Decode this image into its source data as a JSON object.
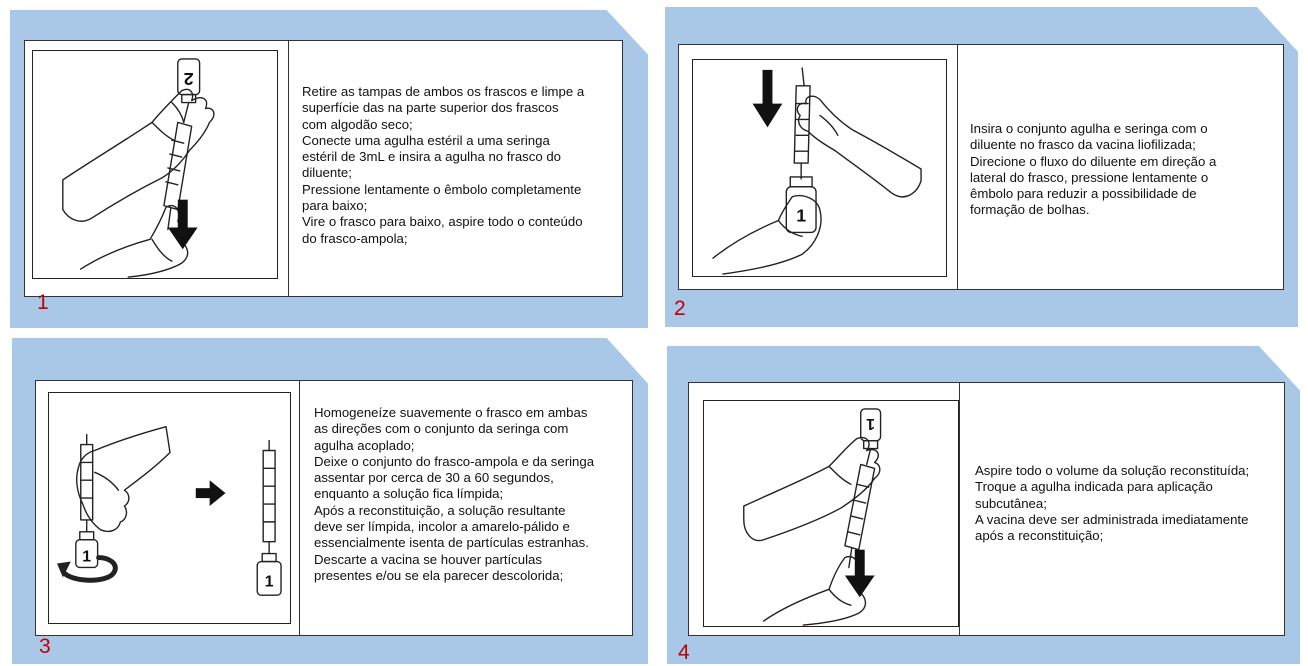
{
  "steps": [
    {
      "number": "1",
      "lines": [
        "Retire as tampas de ambos os frascos e limpe a",
        "superfície das na parte superior dos frascos",
        "com algodão seco;",
        "Conecte uma agulha estéril a uma seringa",
        "estéril de 3mL e insira a agulha no frasco do",
        "diluente;",
        "Pressione lentamente o êmbolo completamente",
        "para baixo;",
        "Vire o frasco para baixo, aspire todo o conteúdo",
        "do frasco-ampola;"
      ],
      "vial_label": "2"
    },
    {
      "number": "2",
      "lines": [
        "Insira o conjunto agulha e seringa com o",
        "diluente no frasco da vacina liofilizada;",
        "Direcione o fluxo do diluente em direção a",
        "lateral do frasco, pressione lentamente o",
        "êmbolo para reduzir a possibilidade de",
        "formação de bolhas."
      ],
      "vial_label": "1"
    },
    {
      "number": "3",
      "lines": [
        "Homogeneíze suavemente o frasco em ambas",
        "as direções com o conjunto da seringa com",
        "agulha acoplado;",
        "Deixe o conjunto do frasco-ampola e da seringa",
        "assentar por cerca de 30 a 60 segundos,",
        "enquanto a solução fica límpida;",
        "Após a reconstituição, a solução resultante",
        "deve ser límpida, incolor a amarelo-pálido e",
        "essencialmente isenta de partículas estranhas.",
        "Descarte a vacina se houver partículas",
        "presentes e/ou se ela parecer descolorida;"
      ],
      "vial_label": "1",
      "vial_label_2": "1"
    },
    {
      "number": "4",
      "lines": [
        "Aspire todo o volume da solução reconstituída;",
        "Troque a agulha indicada para aplicação",
        "subcutânea;",
        "A vacina deve ser administrada imediatamente",
        "após a reconstituição;"
      ],
      "vial_label": "1"
    }
  ],
  "colors": {
    "panel_background": "#a9c8e8",
    "step_number": "#c00000",
    "line_art": "#222222"
  },
  "icons": [
    "gloved-hand-icon",
    "syringe-icon",
    "vial-icon",
    "down-arrow-icon",
    "rotate-arrow-icon",
    "right-arrow-icon"
  ]
}
